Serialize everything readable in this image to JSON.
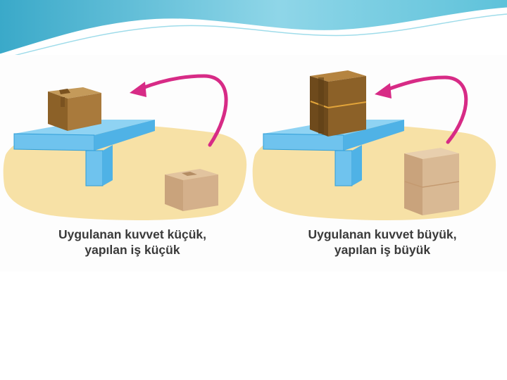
{
  "slide": {
    "colors": {
      "header_wave": "#5ec2da",
      "ground": "#f7e1a6",
      "table": "#6fc3ee",
      "table_edge": "#2f9ed8",
      "arrow": "#d72b86",
      "box_small": "#a97a3c",
      "box_large": "#8c6128",
      "box_ground": "#d4b08b"
    },
    "panels": [
      {
        "id": "small-work",
        "caption_line1": "Uygulanan kuvvet küçük,",
        "caption_line2": "yapılan iş küçük"
      },
      {
        "id": "large-work",
        "caption_line1": "Uygulanan kuvvet büyük,",
        "caption_line2": "yapılan iş büyük"
      }
    ]
  }
}
